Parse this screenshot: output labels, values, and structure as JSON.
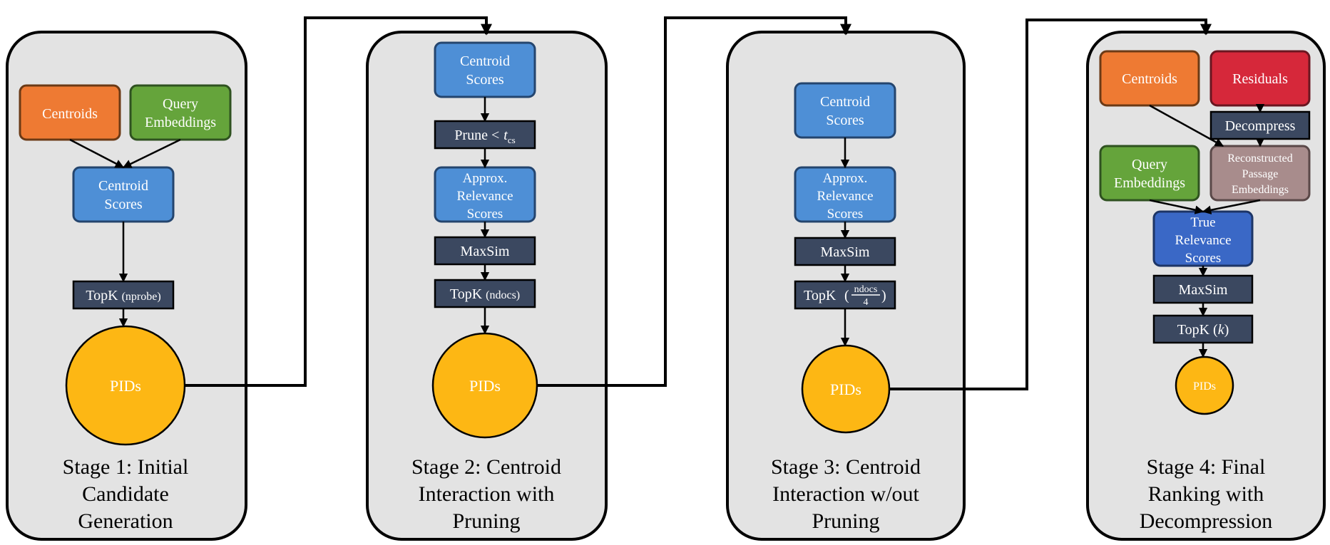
{
  "colors": {
    "panel": "#e3e3e3",
    "orange": "#ee7a33",
    "green": "#65a43b",
    "blue": "#4e8fd6",
    "dark_blue": "#3a68c6",
    "red": "#d6283a",
    "mauve": "#a88c8c",
    "dark": "#3b4860",
    "gold": "#fdb714"
  },
  "stage1": {
    "centroids": "Centroids",
    "query_embeddings": [
      "Query",
      "Embeddings"
    ],
    "centroid_scores": [
      "Centroid",
      "Scores"
    ],
    "topk_main": "TopK",
    "topk_param": "(nprobe)",
    "pids": "PIDs",
    "caption": [
      "Stage 1: Initial",
      "Candidate",
      "Generation"
    ]
  },
  "stage2": {
    "centroid_scores": [
      "Centroid",
      "Scores"
    ],
    "prune_main": "Prune <",
    "prune_var": "t",
    "prune_sub": "cs",
    "approx": [
      "Approx.",
      "Relevance",
      "Scores"
    ],
    "maxsim": "MaxSim",
    "topk_main": "TopK",
    "topk_param": "(ndocs)",
    "pids": "PIDs",
    "caption": [
      "Stage 2: Centroid",
      "Interaction with",
      "Pruning"
    ]
  },
  "stage3": {
    "centroid_scores": [
      "Centroid",
      "Scores"
    ],
    "approx": [
      "Approx.",
      "Relevance",
      "Scores"
    ],
    "maxsim": "MaxSim",
    "topk_main": "TopK",
    "frac_num": "ndocs",
    "frac_den": "4",
    "pids": "PIDs",
    "caption": [
      "Stage 3: Centroid",
      "Interaction w/out",
      "Pruning"
    ]
  },
  "stage4": {
    "centroids": "Centroids",
    "residuals": "Residuals",
    "decompress": "Decompress",
    "query_embeddings": [
      "Query",
      "Embeddings"
    ],
    "reconstructed": [
      "Reconstructed",
      "Passage",
      "Embeddings"
    ],
    "true_relevance": [
      "True",
      "Relevance",
      "Scores"
    ],
    "maxsim": "MaxSim",
    "topk_main": "TopK",
    "topk_param": "k",
    "pids": "PIDs",
    "caption": [
      "Stage 4: Final",
      "Ranking with",
      "Decompression"
    ]
  }
}
